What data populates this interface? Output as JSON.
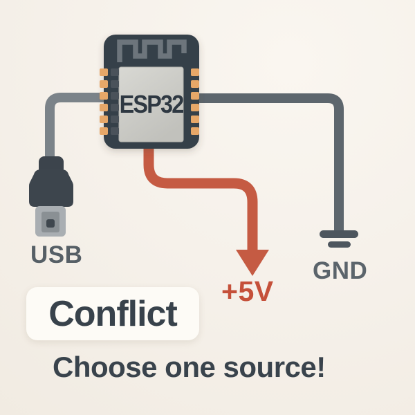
{
  "colors": {
    "background": "#f5f0e9",
    "board_body": "#353f49",
    "chip_face": "#cdcdc8",
    "antenna_trace": "#6d757c",
    "pin_pad_orange": "#e7a768",
    "pin_pad_dark": "#4a525a",
    "usb_wire": "#7b8389",
    "gnd_wire": "#5d666d",
    "power_wire": "#c55b43",
    "power_label_color": "#c5503a",
    "gray_label_color": "#565f66",
    "text_dark": "#39434c",
    "callout_bg": "#fdfbf6"
  },
  "board": {
    "label": "ESP32"
  },
  "connectors": {
    "usb_label": "USB",
    "gnd_label": "GND",
    "power_label": "+5V"
  },
  "callout": {
    "label": "Conflict"
  },
  "instruction": {
    "text": "Choose one source!"
  }
}
